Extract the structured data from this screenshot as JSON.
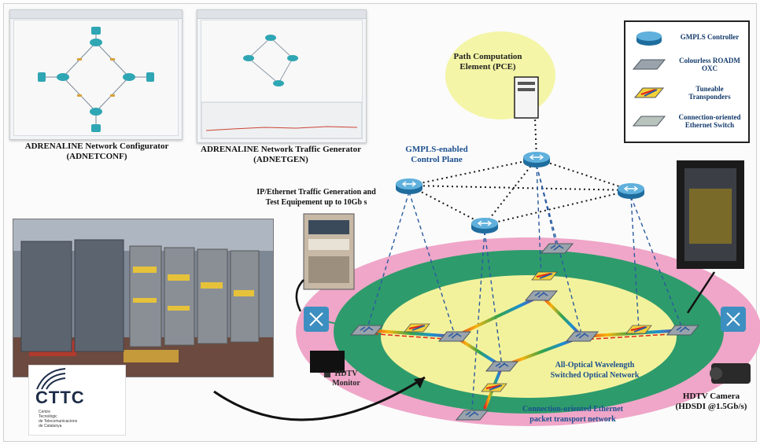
{
  "screens": {
    "conf_caption_1": "ADRENALINE Network Configurator",
    "conf_caption_2": "(ADNETCONF)",
    "gen_caption_1": "ADRENALINE Network Traffic Generator",
    "gen_caption_2": "(ADNETGEN)"
  },
  "traffic_equipment": {
    "label_1": "IP/Ethernet Traffic Generation and",
    "label_2": "Test Equipement  up to 10Gb s"
  },
  "pce": {
    "label_1": "Path Computation",
    "label_2": "Element (PCE)"
  },
  "control_plane": {
    "label_1": "GMPLS-enabled",
    "label_2": "Control Plane"
  },
  "legend": {
    "items": [
      {
        "label": "GMPLS Controller",
        "icon": "router-icon"
      },
      {
        "label": "Colourless ROADM OXC",
        "icon": "roadm-icon"
      },
      {
        "label": "Tuneable Transponders",
        "icon": "transponder-icon"
      },
      {
        "label": "Connection-oriented Ethernet Switch",
        "icon": "ethernet-switch-icon"
      }
    ]
  },
  "network": {
    "optical_label_1": "All-Optical Wavelength",
    "optical_label_2": "Switched Optical Network",
    "ethernet_label_1": "Connection-oriented Ethernet",
    "ethernet_label_2": "packet transport network"
  },
  "endpoints": {
    "monitor_1": "HDTV",
    "monitor_2": "Monitor",
    "camera_1": "HDTV  Camera",
    "camera_2": "(HDSDI @1.5Gb/s)"
  },
  "logo": {
    "name": "CTTC",
    "sub_1": "Centre",
    "sub_2": "Tecnològic",
    "sub_3": "de Telecomunicacions",
    "sub_4": "de Catalunya"
  },
  "colors": {
    "outer_ring": "#efa6c8",
    "mid_ring": "#2e9b6c",
    "inner_core": "#f3f29c",
    "router_blue": "#3d8fc1",
    "dash_blue": "#2a5aa0"
  }
}
